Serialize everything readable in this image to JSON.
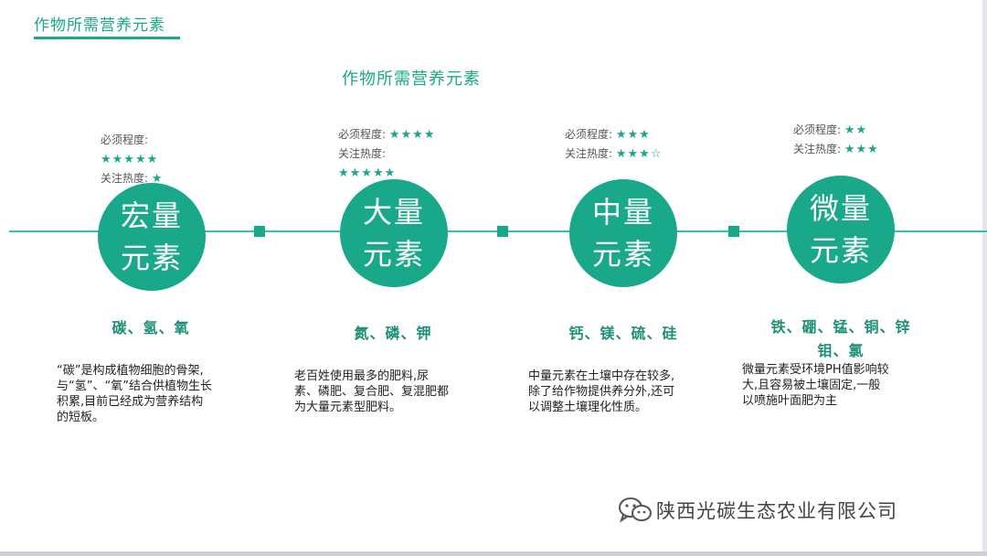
{
  "header": {
    "title": "作物所需营养元素"
  },
  "main_title": "作物所需营养元素",
  "categories": [
    {
      "circle_line1": "宏量",
      "circle_line2": "元素",
      "required_label": "必须程度:",
      "required_stars": "★★★★★",
      "attention_label": "关注热度:",
      "attention_stars": "★",
      "elements": "碳、氢、氧",
      "desc_lines": [
        "“碳”是构成植物细胞的骨架,",
        "与“氢”、“氧”结合供植物生长",
        "积累,目前已经成为营养结构",
        "的短板。"
      ]
    },
    {
      "circle_line1": "大量",
      "circle_line2": "元素",
      "required_label": "必须程度:",
      "required_stars": "★★★★",
      "attention_label": "关注热度:",
      "attention_stars": "★★★★★",
      "elements": "氮、磷、钾",
      "desc_lines": [
        "老百姓使用最多的肥料,尿",
        "素、磷肥、复合肥、复混肥都",
        "为大量元素型肥料。"
      ]
    },
    {
      "circle_line1": "中量",
      "circle_line2": "元素",
      "required_label": "必须程度:",
      "required_stars": "★★★",
      "attention_label": "关注热度:",
      "attention_stars": "★★★☆",
      "elements": "钙、镁、硫、硅",
      "desc_lines": [
        "中量元素在土壤中存在较多,",
        "除了给作物提供养分外,还可",
        "以调整土壤理化性质。"
      ]
    },
    {
      "circle_line1": "微量",
      "circle_line2": "元素",
      "required_label": "必须程度:",
      "required_stars": "★★",
      "attention_label": "关注热度:",
      "attention_stars": "★★★",
      "elements_line1": "铁、硼、锰、铜、锌",
      "elements_line2": "钼、氯",
      "desc_lines": [
        "微量元素受环境PH值影响较",
        "大,且容易被土壤固定,一般",
        "以喷施叶面肥为主"
      ]
    }
  ],
  "watermark": {
    "text": "陕西光碳生态农业有限公司",
    "icon": "wechat-icon"
  },
  "colors": {
    "accent": "#1aa88a",
    "line": "#33c4a7"
  }
}
